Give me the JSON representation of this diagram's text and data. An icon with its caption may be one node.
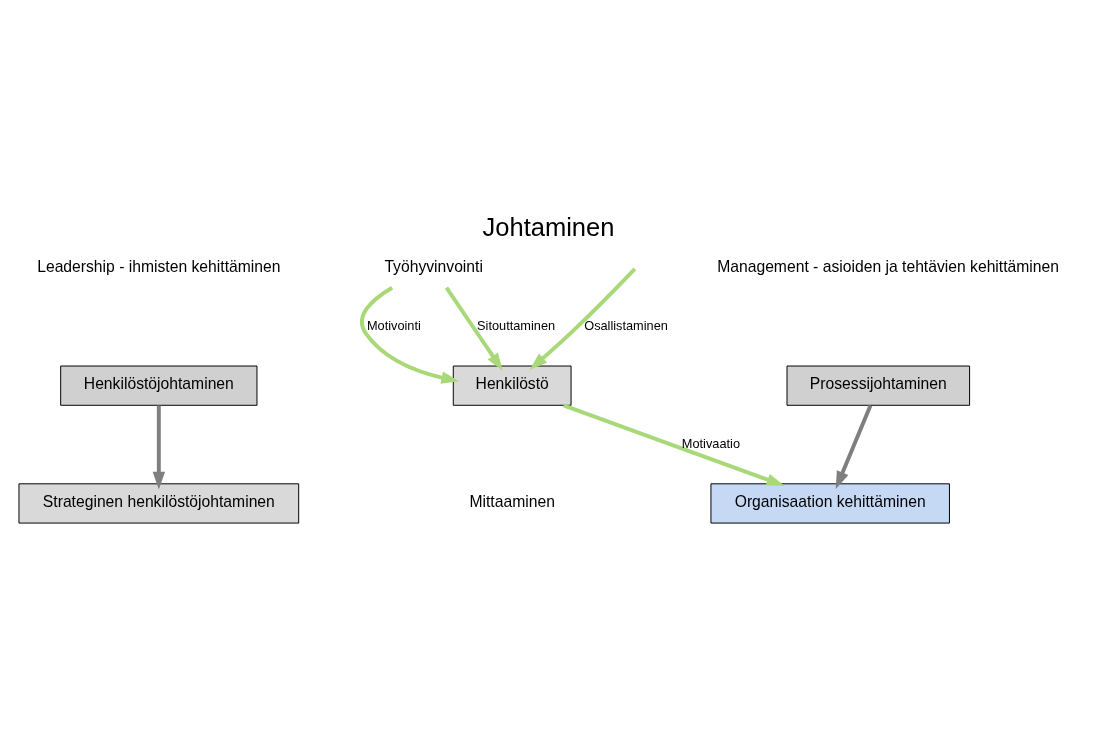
{
  "diagram": {
    "title": "Johtaminen",
    "nodes": [
      {
        "text": [
          "Henkilöstöjohtaminen"
        ]
      },
      {
        "text": [
          "Strateginen henkilöstöjohtaminen"
        ]
      },
      {
        "text": [
          "Prosessijohtaminen"
        ]
      },
      {
        "text": [
          "Organisaation kehittäminen"
        ]
      },
      {
        "text": [
          "Henkilöstö"
        ]
      },
      {
        "text": [
          "Työhyvinvointi"
        ]
      }
    ],
    "edges": [
      {
        "from": 0,
        "to": 1,
        "arrow": "to",
        "color": "#7f7f7f"
      },
      {
        "from": 2,
        "to": 3,
        "arrow": "to",
        "color": "#7f7f7f"
      },
      {
        "from": null,
        "to": 4,
        "arrow": "to",
        "label": "Osallistaminen"
      },
      {
        "from": 5,
        "to": 4,
        "arrow": "to",
        "label": "Motivointi"
      },
      {
        "from": 5,
        "to": 4,
        "arrow": "to",
        "label": "Sitouttaminen"
      },
      {
        "from": 4,
        "to": 3,
        "arrow": "to",
        "label": "Motivaatio"
      }
    ],
    "labels": [
      "Leadership - ihmisten kehittäminen",
      "Management - asioiden ja tehtävien kehittäminen",
      "Mittaaminen"
    ]
  }
}
